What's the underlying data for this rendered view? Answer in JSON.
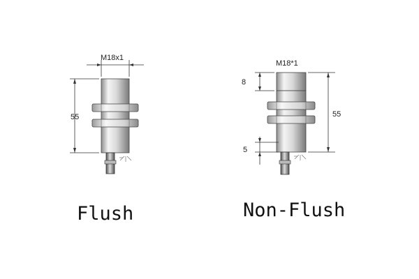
{
  "flush": {
    "thread_label": "M18x1",
    "length_label": "55",
    "caption": "Flush"
  },
  "non_flush": {
    "thread_label": "M18*1",
    "top_label": "8",
    "length_label": "55",
    "bottom_label": "5",
    "caption": "Non-Flush"
  }
}
